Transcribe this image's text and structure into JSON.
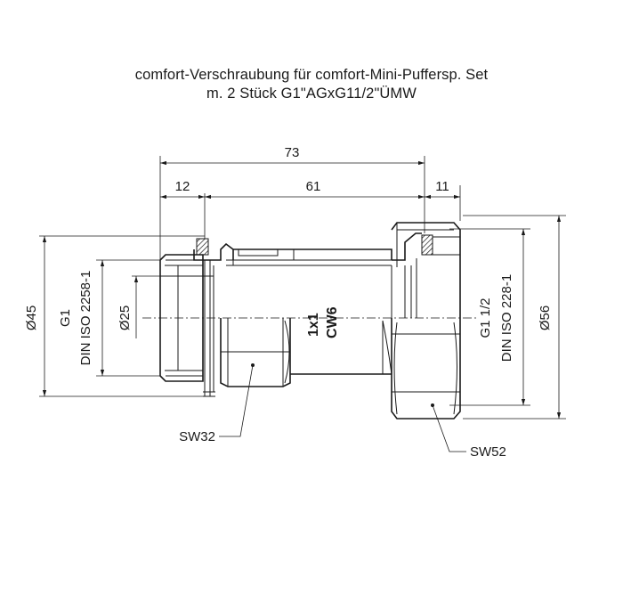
{
  "title": {
    "line1": "comfort-Verschraubung für comfort-Mini-Puffersp. Set",
    "line2": "m. 2 Stück G1\"AGxG11/2\"ÜMW"
  },
  "dimensions": {
    "overall_length": "73",
    "left_length": "12",
    "middle_length": "61",
    "right_length": "11",
    "diameter_left_outer": "Ø45",
    "diameter_left_inner": "Ø25",
    "diameter_right_outer": "Ø56"
  },
  "threads": {
    "left_size": "G1",
    "left_standard": "DIN ISO 2258-1",
    "right_size": "G1 1/2",
    "right_standard": "DIN ISO 228-1"
  },
  "wrench_sizes": {
    "left": "SW32",
    "right": "SW52"
  },
  "body_marking": {
    "line1": "1x1",
    "line2": "CW6"
  }
}
